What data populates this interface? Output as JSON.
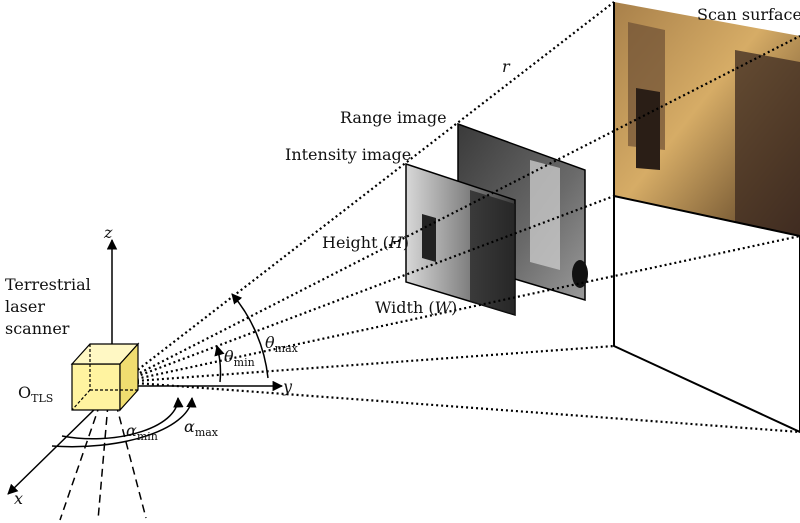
{
  "labels": {
    "scan_surface": "Scan surface",
    "r": "r",
    "range_image": "Range image",
    "intensity_image": "Intensity image",
    "height": "Height (",
    "height_var": "H",
    "height_close": ")",
    "width": "Width (",
    "width_var": "W",
    "width_close": ")",
    "scanner_line1": "Terrestrial",
    "scanner_line2": "laser",
    "scanner_line3": "scanner",
    "origin": "O",
    "origin_sub": "TLS",
    "axis_x": "x",
    "axis_y": "y",
    "axis_z": "z",
    "theta": "θ",
    "theta_min_sub": "min",
    "theta_max_sub": "max",
    "alpha": "α",
    "alpha_min_sub": "min",
    "alpha_max_sub": "max"
  },
  "colors": {
    "cube_fill": "#fff3a0",
    "cube_side": "#f0dd70",
    "cube_stroke": "#000000",
    "wall_light": "#c89a56",
    "wall_dark": "#5a3e28",
    "range_bg": "#2e2e2e",
    "intensity_bg": "#8a8a8a"
  }
}
